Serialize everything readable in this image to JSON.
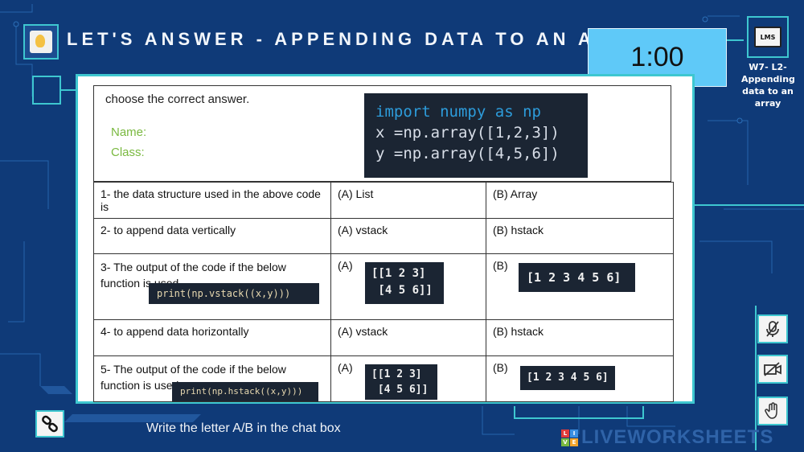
{
  "header": {
    "title": "LET'S ANSWER - APPENDING DATA TO AN ARRAY",
    "timer": "1:00",
    "lms_icon_text": "LMS",
    "side_label": "W7- L2- Appending data to an array"
  },
  "instructions": {
    "prompt": "choose the correct answer.",
    "name_label": "Name:",
    "class_label": "Class:"
  },
  "code_block": {
    "line1_kw1": "import",
    "line1_mod": "numpy",
    "line1_kw2": "as",
    "line1_alias": "np",
    "line2": "x =np.array([1,2,3])",
    "line3": "y =np.array([4,5,6])"
  },
  "questions": [
    {
      "q": "1- the data structure used in the above code is",
      "a": "(A) List",
      "b": "(B)    Array"
    },
    {
      "q": "2- to append data vertically",
      "a": "(A)  vstack",
      "b": "(B) hstack"
    },
    {
      "q": "3- The output of the code if the below function is used",
      "code": "print(np.vstack((x,y)))",
      "a_label": "(A)",
      "a_output": "[[1 2 3]\n [4 5 6]]",
      "b_label": "(B)",
      "b_output": "[1 2 3 4 5 6]"
    },
    {
      "q": "4- to append data horizontally",
      "a": "(A)  vstack",
      "b": "(B) hstack"
    },
    {
      "q": "5- The output of the code if the below function is used",
      "code": "print(np.hstack((x,y)))",
      "a_label": "(A)",
      "a_output": "[[1 2 3]\n [4 5 6]]",
      "b_label": "(B)",
      "b_output": "[1 2 3 4 5 6]"
    }
  ],
  "footer": {
    "instruction": "Write the letter  A/B in the chat box",
    "brand": "LIVEWORKSHEETS",
    "brand_letters": [
      "L",
      "I",
      "V",
      "E"
    ]
  },
  "icons": {
    "link": "link-icon",
    "mic_off": "mic-off-icon",
    "camera_off": "camera-off-icon",
    "raise_hand": "hand-icon"
  },
  "colors": {
    "background": "#0f3a78",
    "accent": "#3ec7d0",
    "timer_bg": "#5fc9f8",
    "label_green": "#7ab940",
    "code_bg": "#1b2533"
  }
}
